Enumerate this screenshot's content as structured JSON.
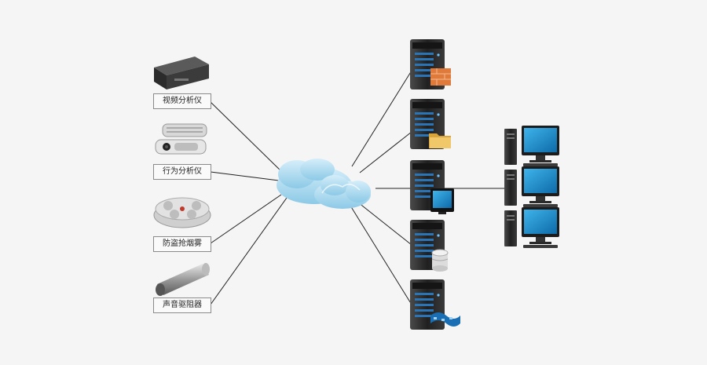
{
  "devices": [
    {
      "label": "视频分析仪",
      "icon": "video-analyzer-icon"
    },
    {
      "label": "行为分析仪",
      "icon": "behavior-analyzer-icon"
    },
    {
      "label": "防盗抢烟雾",
      "icon": "anti-theft-smoke-icon"
    },
    {
      "label": "声音驱阻器",
      "icon": "sound-deterrent-icon"
    }
  ],
  "servers": [
    {
      "icon": "firewall-server-icon"
    },
    {
      "icon": "file-server-icon"
    },
    {
      "icon": "monitor-server-icon"
    },
    {
      "icon": "database-server-icon"
    },
    {
      "icon": "media-server-icon"
    }
  ],
  "workstations": [
    {
      "icon": "workstation-icon"
    },
    {
      "icon": "workstation-icon"
    },
    {
      "icon": "workstation-icon"
    }
  ],
  "cloud": {
    "icon": "cloud-network-icon"
  },
  "colors": {
    "cloud": "#a8d8ef",
    "server": "#2d2d2d",
    "monitor": "#1e8fd6",
    "line": "#222222"
  }
}
